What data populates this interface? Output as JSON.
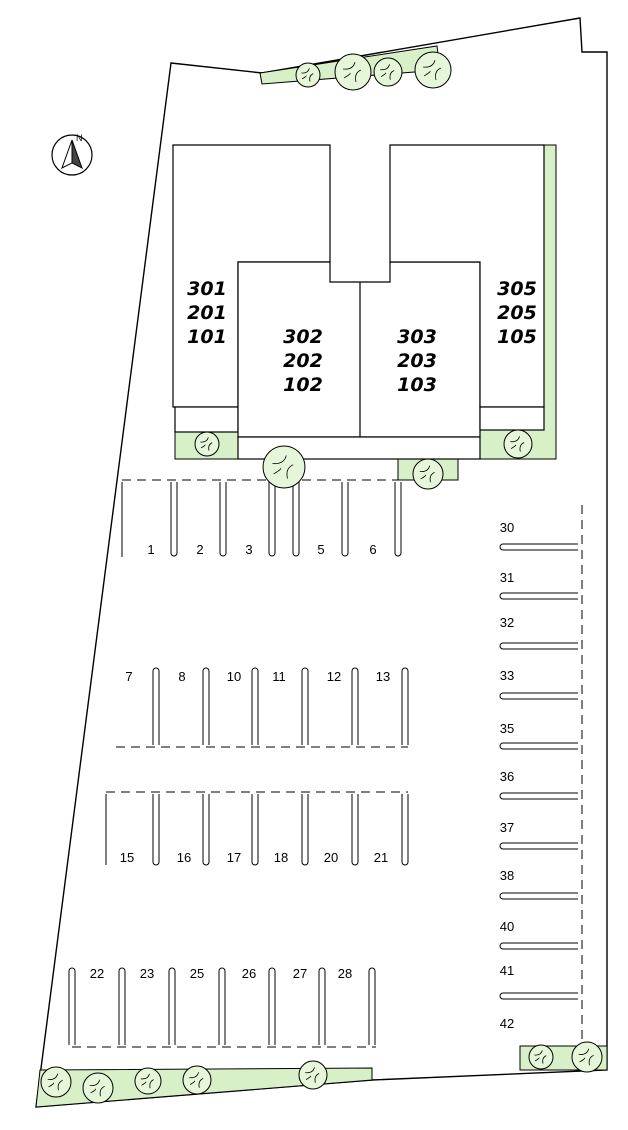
{
  "colors": {
    "line": "#000000",
    "green": "#d8f0c8",
    "tree": "#e6f6d8",
    "wall": "#ffffff"
  },
  "compass": {
    "label": "N",
    "icon": "north-arrow-icon"
  },
  "buildings": {
    "west": {
      "units": [
        "301",
        "201",
        "101"
      ]
    },
    "center_west": {
      "units": [
        "302",
        "202",
        "102"
      ]
    },
    "center_east": {
      "units": [
        "303",
        "203",
        "103"
      ]
    },
    "east": {
      "units": [
        "305",
        "205",
        "105"
      ]
    }
  },
  "parking": {
    "row1": [
      "1",
      "2",
      "3",
      "5",
      "6"
    ],
    "row2": [
      "7",
      "8",
      "10",
      "11",
      "12",
      "13"
    ],
    "row3": [
      "15",
      "16",
      "17",
      "18",
      "20",
      "21"
    ],
    "row4": [
      "22",
      "23",
      "25",
      "26",
      "27",
      "28"
    ],
    "east_column": [
      "30",
      "31",
      "32",
      "33",
      "35",
      "36",
      "37",
      "38",
      "40",
      "41",
      "42"
    ]
  }
}
